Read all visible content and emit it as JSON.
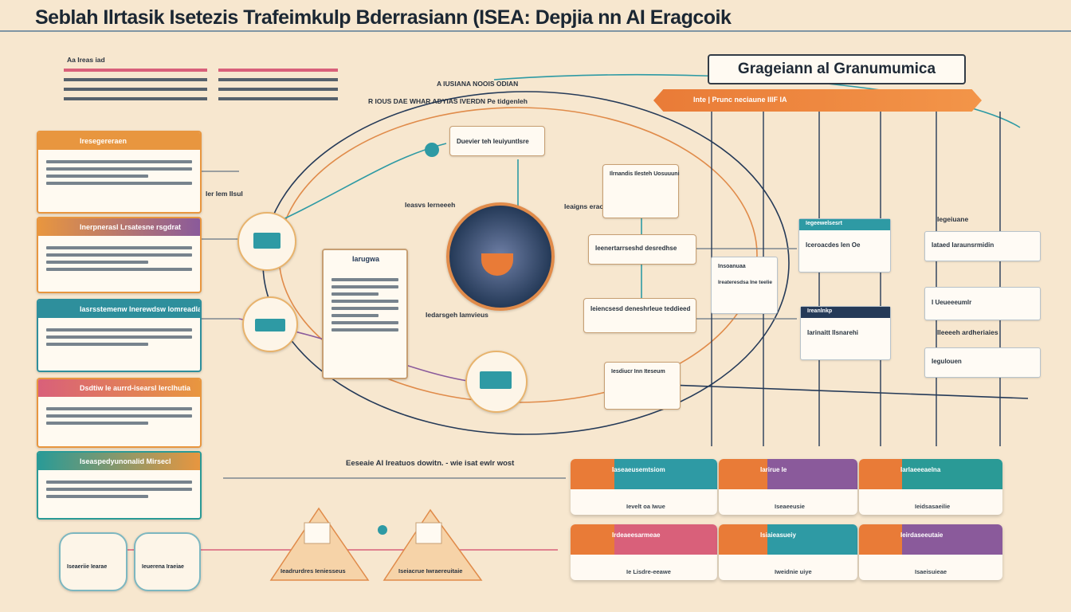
{
  "title": "Seblah Ilrtasik Isetezis Trafeimkulp Bderrasiann (ISEA: Depjia nn AI Eragcoik",
  "colors": {
    "orange": "#e97b37",
    "teal": "#2e9aa4",
    "navy": "#253a58",
    "purple": "#8a5a9b",
    "pink": "#d9607a",
    "cream": "#f7e7cf"
  },
  "top_left": {
    "label": "Aa Ireas iad"
  },
  "center_top": {
    "line1": "A IUSIANA NOOIS ODIAN",
    "line2": "R IOUS DAE WHAR ADYIAS IVERDN Pe tidgenleh"
  },
  "right_header": {
    "title": "Grageiann al Granumumica",
    "banner": "Inte | Prunc neciaune IIIF IA"
  },
  "left_cards": [
    {
      "header": "Iresegereraen",
      "color": "#e8963f"
    },
    {
      "header": "Inerpnerasl Lrsatesne rsgdrat",
      "color": "#8a5a9b"
    },
    {
      "header": "Iasrsstemenw Inerewdsw lomreadlane",
      "color": "#2e8f9c"
    },
    {
      "header": "Dsdtiw Ie aurrd-isearsl Ierclhutia",
      "color": "#d9607a"
    },
    {
      "header": "Iseaspedyunonalid Mirsecl",
      "color": "#2a9a96"
    }
  ],
  "side_note": {
    "label": "Ier Iem IIsuI"
  },
  "mid_card": {
    "header": "Iarugwa"
  },
  "center_labels": {
    "bubble": "Duevier teh Ieuiyuntlsre",
    "left_note": "Ieasvs Ierneeeh",
    "left_note2": "Iedarsgeh Iamvieus",
    "right_note": "Ieaigns erao"
  },
  "mid_boxes": [
    {
      "text": "Ieenertarrseshd desredhse"
    },
    {
      "text": "Ieiencsesd deneshrleue teddieed"
    },
    {
      "text": "Iesdiucr Inn Iteseum"
    },
    {
      "text": "Ilrnandis Ilesteh Uosuuuni"
    }
  ],
  "right_col": [
    {
      "title": "Iegeewelsesrt",
      "text": "Iceroacdes Ien Oe"
    },
    {
      "title": "Ireanlnkp",
      "text": "Iarinaitt Ilsnarehi"
    },
    {
      "title": "Insoanuaa",
      "text": "Ireateresdsa Ine teelie"
    },
    {
      "title": "Iegeiuane",
      "text": "Ileeeeh ardheriaies"
    }
  ],
  "far_right": [
    {
      "text": "Iataed Iaraunsrmidin"
    },
    {
      "text": "I Ueueeeumlr"
    },
    {
      "text": "Iegulouen"
    }
  ],
  "bottom_caption": "Eeseaie AI Ireatuos dowitn. - wie isat ewlr wost",
  "bottom_left": [
    {
      "text": "Iseaeriie Iearae"
    },
    {
      "text": "Ieuerena Iraeiae"
    }
  ],
  "pyramids": [
    {
      "text": "Ieadrurdres Ieniesseus"
    },
    {
      "text": "Iseiacrue Iwraereuitaie"
    }
  ],
  "tiles": [
    {
      "label": "Iaseaeusemtsiom",
      "low": "Ievelt oa Iwue",
      "color": "#2e9aa4"
    },
    {
      "label": "Iarirue Ie",
      "low": "Iseaeeusie",
      "color": "#8a5a9b"
    },
    {
      "label": "Iarlaeeeaelna",
      "low": "Ieidsasaeilie",
      "color": "#2a9a96"
    },
    {
      "label": "Irdeaeesarmeae",
      "low": "Ie Lisdre-eeawe",
      "color": "#d9607a"
    },
    {
      "label": "Isiaieasueiy",
      "low": "Iweidnie uiye",
      "color": "#2e9aa4"
    },
    {
      "label": "Ieirdaseeutaie",
      "low": "Isaeisuieae",
      "color": "#8a5a9b"
    }
  ]
}
